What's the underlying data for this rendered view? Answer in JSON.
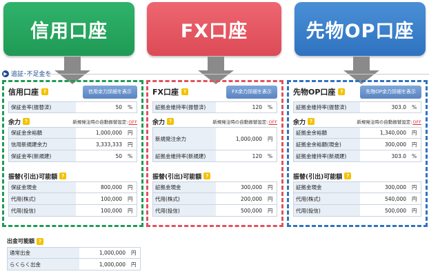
{
  "headers": {
    "margin": "信用口座",
    "fx": "FX口座",
    "futures": "先物OP口座"
  },
  "topline": {
    "dot": "▶",
    "text": "追証･不足金を"
  },
  "margin_panel": {
    "title": "信用口座",
    "button": "信用余力詳細を表示",
    "rows1": [
      {
        "label": "保証金率(振替済)",
        "value": "50",
        "unit": "%"
      }
    ],
    "section_yoryoku": "余力",
    "auto_transfer_label": "新規発注時の自動振替設定:",
    "auto_transfer_value": "OFF",
    "rows2": [
      {
        "label": "保証金余裕額",
        "value": "1,000,000",
        "unit": "円"
      },
      {
        "label": "信用新規建余力",
        "value": "3,333,333",
        "unit": "円"
      },
      {
        "label": "保証金率(新規建)",
        "value": "50",
        "unit": "%"
      }
    ],
    "section_transfer": "振替(引出)可能額",
    "rows3": [
      {
        "label": "保証金現金",
        "value": "800,000",
        "unit": "円"
      },
      {
        "label": "代用(株式)",
        "value": "100,000",
        "unit": "円"
      },
      {
        "label": "代用(投信)",
        "value": "100,000",
        "unit": "円"
      }
    ]
  },
  "fx_panel": {
    "title": "FX口座",
    "button": "FX余力詳細を表示",
    "rows1": [
      {
        "label": "証拠金維持率(振替済)",
        "value": "120",
        "unit": "%"
      }
    ],
    "section_yoryoku": "余力",
    "auto_transfer_label": "新規発注時の自動振替設定:",
    "auto_transfer_value": "OFF",
    "rows2": [
      {
        "label": "新規発注余力",
        "value": "1,000,000",
        "unit": "円"
      },
      {
        "label": "証拠金維持率(新規建)",
        "value": "120",
        "unit": "%"
      }
    ],
    "section_transfer": "振替(引出)可能額",
    "rows3": [
      {
        "label": "証拠金現金",
        "value": "300,000",
        "unit": "円"
      },
      {
        "label": "代用(株式)",
        "value": "200,000",
        "unit": "円"
      },
      {
        "label": "代用(投信)",
        "value": "500,000",
        "unit": "円"
      }
    ]
  },
  "futures_panel": {
    "title": "先物OP口座",
    "button": "先物OP余力詳細を表示",
    "rows1": [
      {
        "label": "証拠金維持率(振替済)",
        "value": "303.0",
        "unit": "%"
      }
    ],
    "section_yoryoku": "余力",
    "auto_transfer_label": "新規発注時の自動振替設定:",
    "auto_transfer_value": "OFF",
    "rows2": [
      {
        "label": "証拠金余裕額",
        "value": "1,340,000",
        "unit": "円"
      },
      {
        "label": "証拠金余裕額(現金)",
        "value": "300,000",
        "unit": "円"
      },
      {
        "label": "証拠金維持率(新規建)",
        "value": "303.0",
        "unit": "%"
      }
    ],
    "section_transfer": "振替(引出)可能額",
    "rows3": [
      {
        "label": "証拠金現金",
        "value": "300,000",
        "unit": "円"
      },
      {
        "label": "代用(株式)",
        "value": "540,000",
        "unit": "円"
      },
      {
        "label": "代用(投信)",
        "value": "500,000",
        "unit": "円"
      }
    ]
  },
  "withdrawal": {
    "title": "出金可能額",
    "rows": [
      {
        "label": "通常出金",
        "value": "1,000,000",
        "unit": "円"
      },
      {
        "label": "らくらく出金",
        "value": "1,000,000",
        "unit": "円"
      }
    ]
  },
  "help_icon": "?",
  "colors": {
    "green": "#1f9a55",
    "red": "#e0525e",
    "blue": "#2f73c0"
  }
}
